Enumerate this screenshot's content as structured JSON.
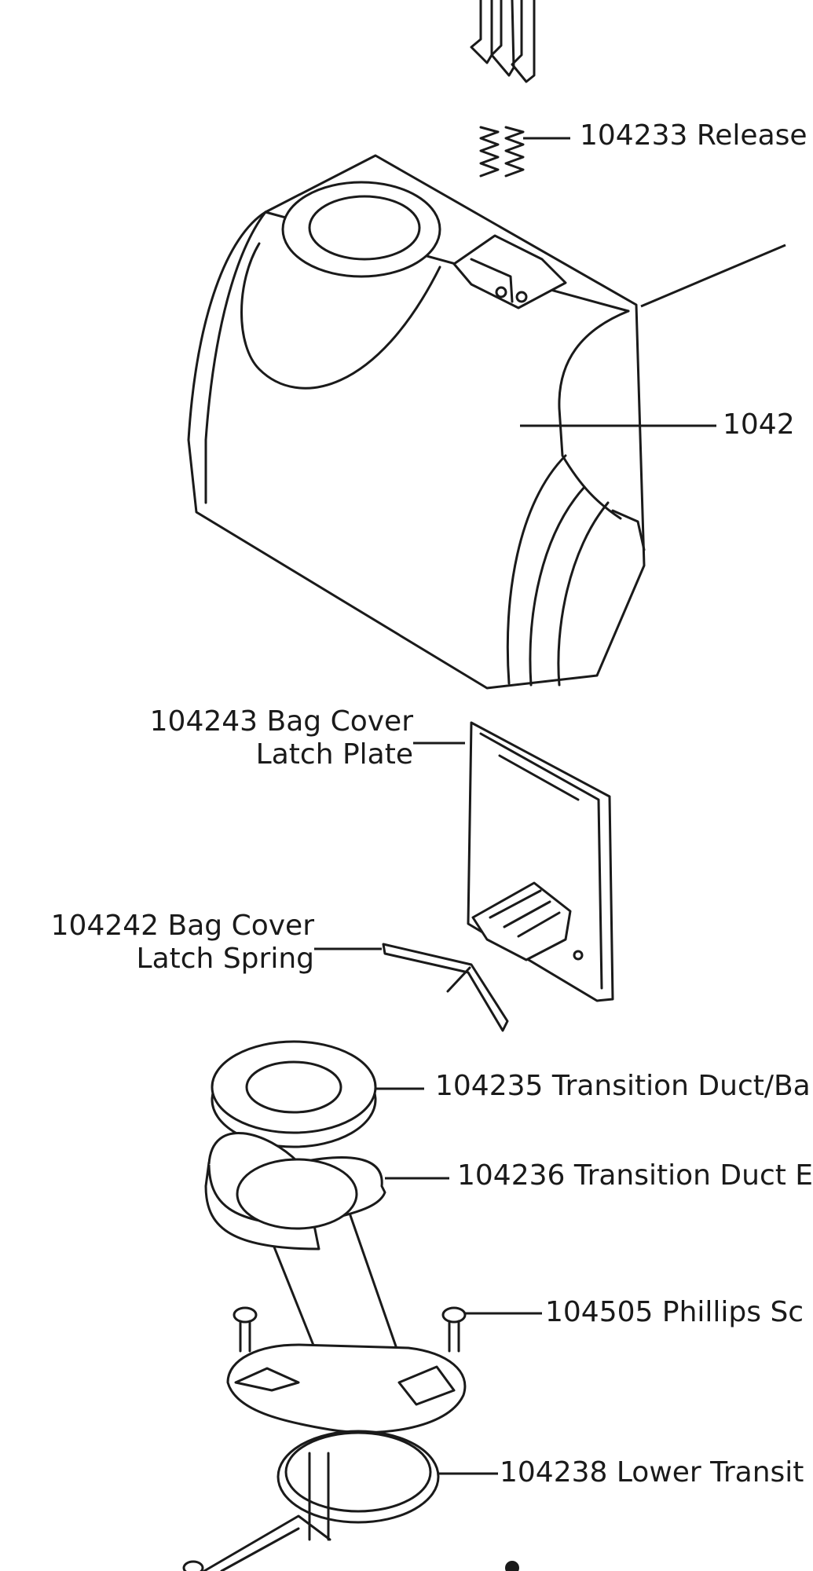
{
  "callouts": {
    "release_spring": "104233 Release",
    "housing": "1042",
    "latch_plate_line1": "104243 Bag Cover",
    "latch_plate_line2": "Latch Plate",
    "latch_spring_line1": "104242 Bag Cover",
    "latch_spring_line2": "Latch Spring",
    "transition_duct_bag": "104235 Transition Duct/Ba",
    "transition_duct": "104236 Transition Duct E",
    "phillips_screw": "104505 Phillips Sc",
    "lower_transition": "104238 Lower Transit"
  }
}
